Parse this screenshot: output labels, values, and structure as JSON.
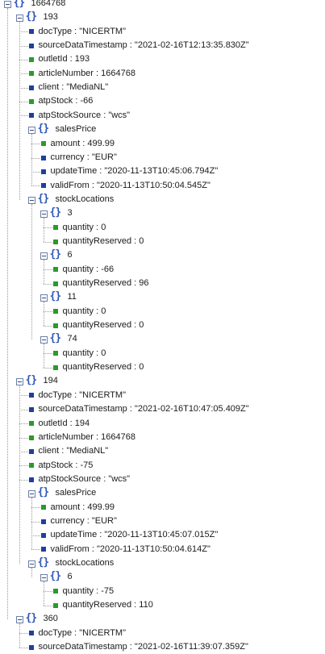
{
  "root": {
    "key": "1664768",
    "children": [
      {
        "key": "193",
        "children": [
          {
            "key": "docType",
            "value": "\"NICERTM\"",
            "icon": "string"
          },
          {
            "key": "sourceDataTimestamp",
            "value": "\"2021-02-16T12:13:35.830Z\"",
            "icon": "string"
          },
          {
            "key": "outletId",
            "value": "193",
            "icon": "number"
          },
          {
            "key": "articleNumber",
            "value": "1664768",
            "icon": "number"
          },
          {
            "key": "client",
            "value": "\"MediaNL\"",
            "icon": "string"
          },
          {
            "key": "atpStock",
            "value": "-66",
            "icon": "number"
          },
          {
            "key": "atpStockSource",
            "value": "\"wcs\"",
            "icon": "string"
          },
          {
            "key": "salesPrice",
            "children": [
              {
                "key": "amount",
                "value": "499.99",
                "icon": "number"
              },
              {
                "key": "currency",
                "value": "\"EUR\"",
                "icon": "string"
              },
              {
                "key": "updateTime",
                "value": "\"2020-11-13T10:45:06.794Z\"",
                "icon": "string"
              },
              {
                "key": "validFrom",
                "value": "\"2020-11-13T10:50:04.545Z\"",
                "icon": "string"
              }
            ]
          },
          {
            "key": "stockLocations",
            "children": [
              {
                "key": "3",
                "children": [
                  {
                    "key": "quantity",
                    "value": "0",
                    "icon": "number"
                  },
                  {
                    "key": "quantityReserved",
                    "value": "0",
                    "icon": "number"
                  }
                ]
              },
              {
                "key": "6",
                "children": [
                  {
                    "key": "quantity",
                    "value": "-66",
                    "icon": "number"
                  },
                  {
                    "key": "quantityReserved",
                    "value": "96",
                    "icon": "number"
                  }
                ]
              },
              {
                "key": "11",
                "children": [
                  {
                    "key": "quantity",
                    "value": "0",
                    "icon": "number"
                  },
                  {
                    "key": "quantityReserved",
                    "value": "0",
                    "icon": "number"
                  }
                ]
              },
              {
                "key": "74",
                "children": [
                  {
                    "key": "quantity",
                    "value": "0",
                    "icon": "number"
                  },
                  {
                    "key": "quantityReserved",
                    "value": "0",
                    "icon": "number"
                  }
                ]
              }
            ]
          }
        ]
      },
      {
        "key": "194",
        "children": [
          {
            "key": "docType",
            "value": "\"NICERTM\"",
            "icon": "string"
          },
          {
            "key": "sourceDataTimestamp",
            "value": "\"2021-02-16T10:47:05.409Z\"",
            "icon": "string"
          },
          {
            "key": "outletId",
            "value": "194",
            "icon": "number"
          },
          {
            "key": "articleNumber",
            "value": "1664768",
            "icon": "number"
          },
          {
            "key": "client",
            "value": "\"MediaNL\"",
            "icon": "string"
          },
          {
            "key": "atpStock",
            "value": "-75",
            "icon": "number"
          },
          {
            "key": "atpStockSource",
            "value": "\"wcs\"",
            "icon": "string"
          },
          {
            "key": "salesPrice",
            "children": [
              {
                "key": "amount",
                "value": "499.99",
                "icon": "number"
              },
              {
                "key": "currency",
                "value": "\"EUR\"",
                "icon": "string"
              },
              {
                "key": "updateTime",
                "value": "\"2020-11-13T10:45:07.015Z\"",
                "icon": "string"
              },
              {
                "key": "validFrom",
                "value": "\"2020-11-13T10:50:04.614Z\"",
                "icon": "string"
              }
            ]
          },
          {
            "key": "stockLocations",
            "children": [
              {
                "key": "6",
                "children": [
                  {
                    "key": "quantity",
                    "value": "-75",
                    "icon": "number"
                  },
                  {
                    "key": "quantityReserved",
                    "value": "110",
                    "icon": "number"
                  }
                ]
              }
            ]
          }
        ]
      },
      {
        "key": "360",
        "children": [
          {
            "key": "docType",
            "value": "\"NICERTM\"",
            "icon": "string"
          },
          {
            "key": "sourceDataTimestamp",
            "value": "\"2021-02-16T11:39:07.359Z\"",
            "icon": "string"
          }
        ]
      }
    ]
  },
  "separator": " : ",
  "colors": {
    "string_icon": "#1f3f99",
    "number_icon": "#2a9a2a",
    "brace": "#2f57b8",
    "text": "#1a1a1a",
    "tree_line": "#9a9a9a"
  }
}
